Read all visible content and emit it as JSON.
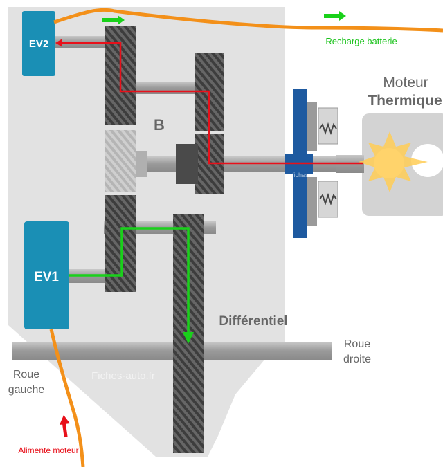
{
  "labels": {
    "ev2": "EV2",
    "ev1": "EV1",
    "b": "B",
    "moteur": "Moteur",
    "thermique": "Thermique",
    "recharge": "Recharge batterie",
    "differentiel": "Différentiel",
    "roue_droite_1": "Roue",
    "roue_droite_2": "droite",
    "roue_gauche_1": "Roue",
    "roue_gauche_2": "gauche",
    "alimente": "Alimente moteur",
    "watermark": "Fiches-auto.fr",
    "watermark_small": "fiches-auto.fr"
  },
  "colors": {
    "housing": "#e2e2e2",
    "motor_box": "#1a8fb5",
    "gear": "#555555",
    "shaft": "#a8a8a8",
    "orange_wire": "#f39019",
    "red_path": "#e8101a",
    "green_path": "#19d11a",
    "clutch_blue": "#1e5aa0",
    "engine_box": "#d3d3d3",
    "spark": "#ffcc55",
    "label_dark": "#666666",
    "label_green": "#19c21a",
    "label_red": "#e8101a"
  }
}
